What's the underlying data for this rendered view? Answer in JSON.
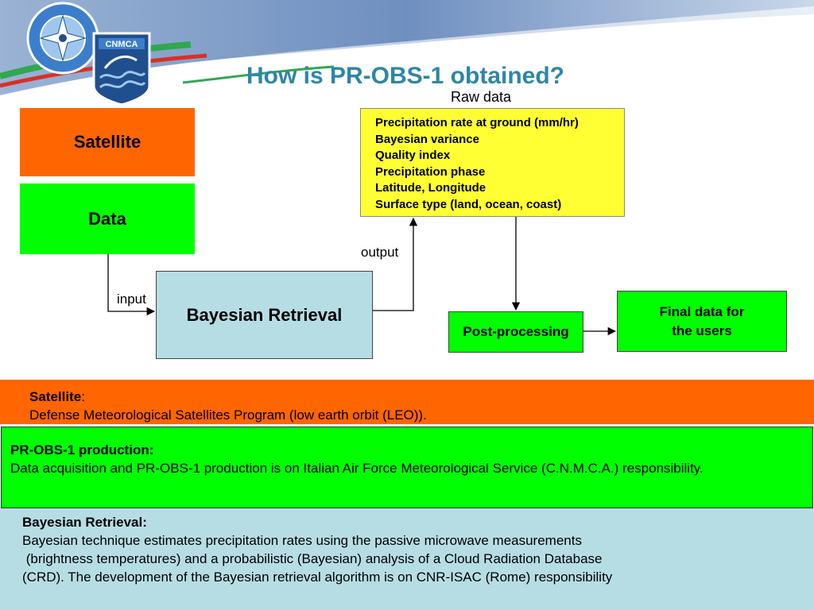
{
  "title": "How is PR-OBS-1 obtained?",
  "logo": {
    "text": "CNMCA"
  },
  "diagram": {
    "satellite_box": "Satellite",
    "data_box": "Data",
    "bayes_box": "Bayesian Retrieval",
    "raw_label": "Raw data",
    "raw_items": [
      "Precipitation rate at ground (mm/hr)",
      "Bayesian variance",
      "Quality index",
      "Precipitation phase",
      "Latitude, Longitude",
      "Surface type (land, ocean, coast)"
    ],
    "post_box": "Post-processing",
    "final_box_line1": "Final data for",
    "final_box_line2": "the users",
    "input_label": "input",
    "output_label": "output"
  },
  "bands": {
    "satellite": {
      "heading": "Satellite",
      "colon": ":",
      "text": "Defense Meteorological Satellites Program (low earth orbit (LEO))."
    },
    "production": {
      "heading": "PR-OBS-1 production:",
      "text": "Data acquisition and PR-OBS-1 production is on Italian Air Force Meteorological Service (C.N.M.C.A.) responsibility."
    },
    "bayesian": {
      "heading": "Bayesian Retrieval:",
      "line1": "Bayesian technique estimates precipitation rates using the passive microwave measurements",
      "line2": " (brightness temperatures) and a probabilistic (Bayesian) analysis of a Cloud Radiation Database",
      "line3": "(CRD). The development of the Bayesian retrieval algorithm is on CNR-ISAC (Rome) responsibility"
    }
  },
  "colors": {
    "orange": "#ff6600",
    "green": "#00ff00",
    "light_blue": "#b7dde4",
    "yellow": "#ffff33",
    "title": "#2e86a6"
  }
}
